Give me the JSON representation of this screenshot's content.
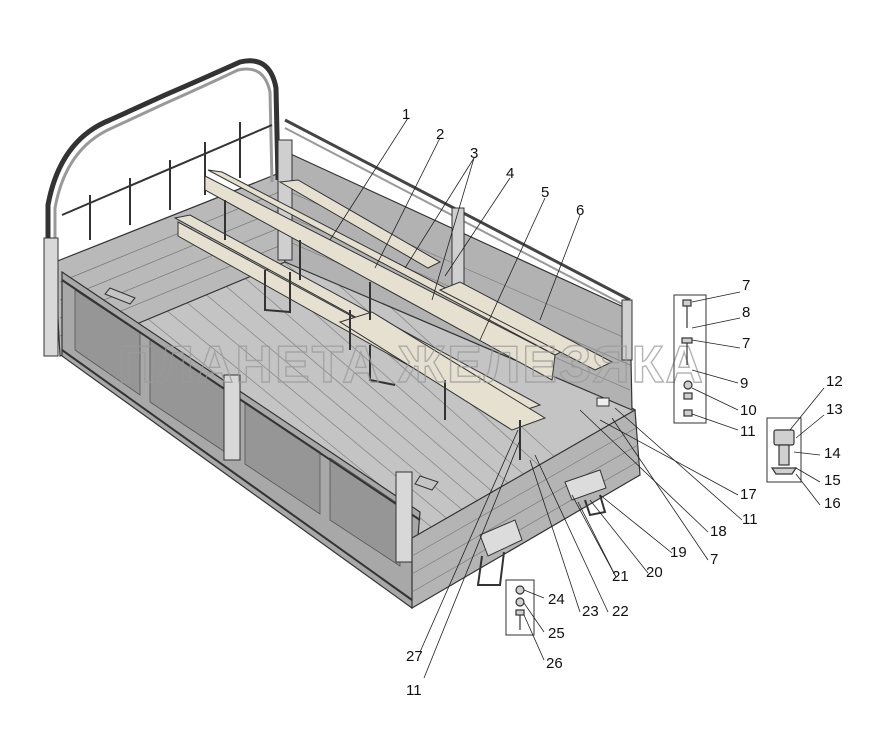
{
  "watermark": "ПЛАНЕТА ЖЕЛЕЗЯКА",
  "callouts": [
    "1",
    "2",
    "3",
    "4",
    "5",
    "6",
    "7",
    "8",
    "7",
    "9",
    "10",
    "11",
    "12",
    "13",
    "14",
    "15",
    "16",
    "17",
    "11",
    "18",
    "7",
    "19",
    "20",
    "21",
    "22",
    "23",
    "24",
    "25",
    "26",
    "27",
    "11"
  ]
}
